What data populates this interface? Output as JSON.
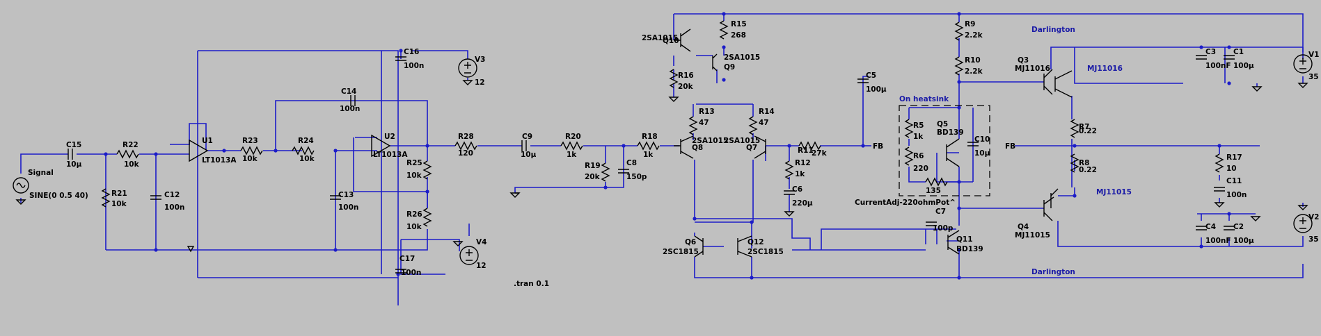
{
  "schematic": {
    "components": [
      {
        "id": "signal",
        "ref": "Signal",
        "value": "SINE(0 0.5 40)"
      },
      {
        "id": "c15",
        "ref": "C15",
        "value": "10µ"
      },
      {
        "id": "r22",
        "ref": "R22",
        "value": "10k"
      },
      {
        "id": "r21",
        "ref": "R21",
        "value": "10k"
      },
      {
        "id": "c12",
        "ref": "C12",
        "value": "100n"
      },
      {
        "id": "u1",
        "ref": "U1",
        "value": "LT1013A"
      },
      {
        "id": "r23",
        "ref": "R23",
        "value": "10k"
      },
      {
        "id": "r24",
        "ref": "R24",
        "value": "10k"
      },
      {
        "id": "c14",
        "ref": "C14",
        "value": "100n"
      },
      {
        "id": "c13",
        "ref": "C13",
        "value": "100n"
      },
      {
        "id": "c16",
        "ref": "C16",
        "value": "100n"
      },
      {
        "id": "v3",
        "ref": "V3",
        "value": "12"
      },
      {
        "id": "u2",
        "ref": "U2",
        "value": "LT1013A"
      },
      {
        "id": "r25",
        "ref": "R25",
        "value": "10k"
      },
      {
        "id": "r26",
        "ref": "R26",
        "value": "10k"
      },
      {
        "id": "v4",
        "ref": "V4",
        "value": "12"
      },
      {
        "id": "c17",
        "ref": "C17",
        "value": "100n"
      },
      {
        "id": "r28",
        "ref": "R28",
        "value": "120"
      },
      {
        "id": "c9",
        "ref": "C9",
        "value": "10µ"
      },
      {
        "id": "r20",
        "ref": "R20",
        "value": "1k"
      },
      {
        "id": "r19",
        "ref": "R19",
        "value": "20k"
      },
      {
        "id": "c8",
        "ref": "C8",
        "value": "150p"
      },
      {
        "id": "r18",
        "ref": "R18",
        "value": "1k"
      },
      {
        "id": "q10",
        "ref": "Q10",
        "value": "2SA1015"
      },
      {
        "id": "r15",
        "ref": "R15",
        "value": "268"
      },
      {
        "id": "q9",
        "ref": "Q9",
        "value": "2SA1015"
      },
      {
        "id": "r16",
        "ref": "R16",
        "value": "20k"
      },
      {
        "id": "r13",
        "ref": "R13",
        "value": "47"
      },
      {
        "id": "r14",
        "ref": "R14",
        "value": "47"
      },
      {
        "id": "q8",
        "ref": "Q8",
        "value": "2SA1015"
      },
      {
        "id": "q7",
        "ref": "Q7",
        "value": "2SA1015"
      },
      {
        "id": "r11",
        "ref": "R11",
        "value": "27k"
      },
      {
        "id": "r12",
        "ref": "R12",
        "value": "1k"
      },
      {
        "id": "c6",
        "ref": "C6",
        "value": "220µ"
      },
      {
        "id": "c5",
        "ref": "C5",
        "value": "100µ"
      },
      {
        "id": "q6",
        "ref": "Q6",
        "value": "2SC1815"
      },
      {
        "id": "q12",
        "ref": "Q12",
        "value": "2SC1815"
      },
      {
        "id": "r9",
        "ref": "R9",
        "value": "2.2k"
      },
      {
        "id": "r10",
        "ref": "R10",
        "value": "2.2k"
      },
      {
        "id": "r5",
        "ref": "R5",
        "value": "1k"
      },
      {
        "id": "q5",
        "ref": "Q5",
        "value": "BD139"
      },
      {
        "id": "c10",
        "ref": "C10",
        "value": "10µ"
      },
      {
        "id": "r6",
        "ref": "R6",
        "value": "220"
      },
      {
        "id": "pot",
        "ref": "",
        "value": "135"
      },
      {
        "id": "c7",
        "ref": "C7",
        "value": "100p"
      },
      {
        "id": "q11",
        "ref": "Q11",
        "value": "BD139"
      },
      {
        "id": "q3",
        "ref": "Q3",
        "value": "MJ11016"
      },
      {
        "id": "q4",
        "ref": "Q4",
        "value": "MJ11015"
      },
      {
        "id": "r7",
        "ref": "R7",
        "value": "0.22"
      },
      {
        "id": "r8",
        "ref": "R8",
        "value": "0.22"
      },
      {
        "id": "c3",
        "ref": "C3",
        "value": "100nF"
      },
      {
        "id": "c1",
        "ref": "C1",
        "value": "100µ"
      },
      {
        "id": "v1",
        "ref": "V1",
        "value": "35"
      },
      {
        "id": "r17",
        "ref": "R17",
        "value": "10"
      },
      {
        "id": "c11",
        "ref": "C11",
        "value": "100n"
      },
      {
        "id": "c4",
        "ref": "C4",
        "value": "100nF"
      },
      {
        "id": "c2",
        "ref": "C2",
        "value": "100µ"
      },
      {
        "id": "v2",
        "ref": "V2",
        "value": "35"
      }
    ],
    "net_labels": {
      "fb_left": "FB",
      "fb_right": "FB"
    },
    "annotations": {
      "darlington_top": "Darlington",
      "darlington_bottom": "Darlington",
      "on_heatsink": "On heatsink",
      "mj11016": "MJ11016",
      "mj11015": "MJ11015",
      "current_adj": "CurrentAdj-220ohmPot^",
      "spice_directive": ".tran 0.1"
    },
    "colors": {
      "background": "#c0c0c0",
      "wire": "#1c1cc8",
      "component": "#000000",
      "annotation": "#1a1aa6"
    }
  }
}
